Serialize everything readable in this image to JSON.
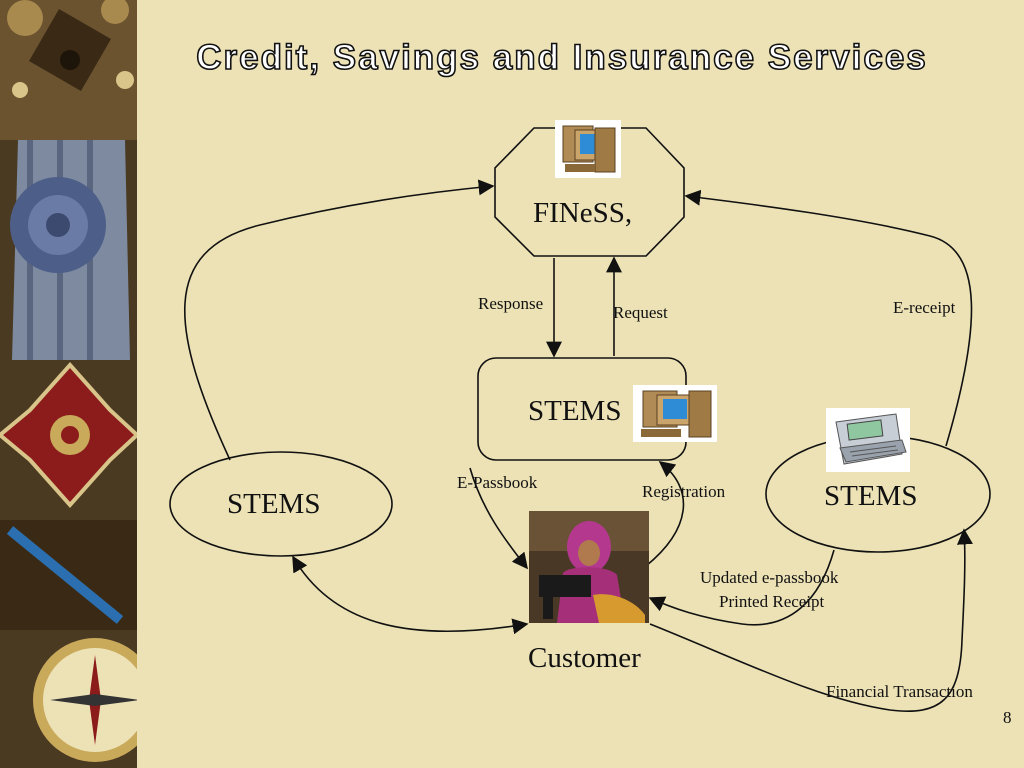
{
  "slide": {
    "title": "Credit, Savings and Insurance Services",
    "page_number": "8"
  },
  "nodes": {
    "finess": "FINeSS,",
    "stems_center": "STEMS",
    "stems_left": "STEMS",
    "stems_right": "STEMS",
    "customer": "Customer"
  },
  "edges": {
    "response": "Response",
    "request": "Request",
    "e_receipt": "E-receipt",
    "e_passbook": "E-Passbook",
    "registration": "Registration",
    "updated_line1": "Updated e-passbook",
    "updated_line2": "Printed Receipt",
    "financial_transaction": "Financial Transaction"
  },
  "colors": {
    "background": "#ece2b6",
    "line": "#111111",
    "sidebar": "#4a3a22"
  }
}
